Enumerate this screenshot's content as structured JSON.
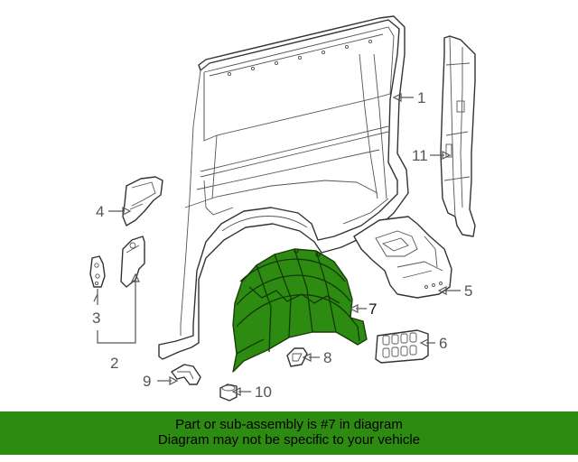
{
  "diagram": {
    "highlighted_part": "7",
    "highlight_color": "#2e8b12",
    "callouts": {
      "p1": "1",
      "p2": "2",
      "p3": "3",
      "p4": "4",
      "p5": "5",
      "p6": "6",
      "p7": "7",
      "p8": "8",
      "p9": "9",
      "p10": "10",
      "p11": "11"
    }
  },
  "footer": {
    "background": "#2e8b12",
    "line1": "Part or sub-assembly is #7 in diagram",
    "line2": "Diagram may not be specific to your vehicle"
  }
}
